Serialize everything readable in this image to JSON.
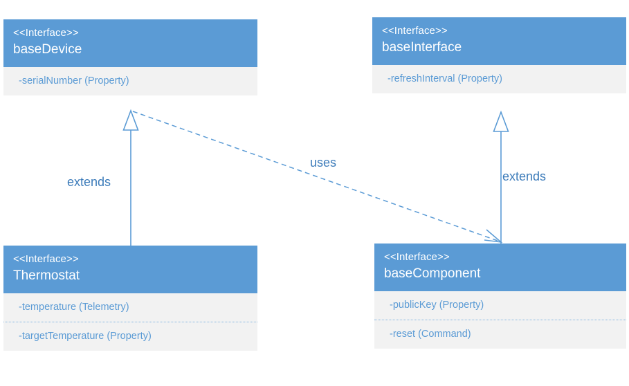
{
  "diagram": {
    "type": "uml-class-diagram",
    "background_color": "#ffffff",
    "header_color": "#5b9bd5",
    "body_color": "#f2f2f2",
    "text_color": "#5b9bd5",
    "label_color": "#3d7cba",
    "classes": [
      {
        "id": "baseDevice",
        "stereotype": "<<Interface>>",
        "name": "baseDevice",
        "members": [
          {
            "text": "-serialNumber (Property)"
          }
        ]
      },
      {
        "id": "baseInterface",
        "stereotype": "<<Interface>>",
        "name": "baseInterface",
        "members": [
          {
            "text": "-refreshInterval (Property)"
          }
        ]
      },
      {
        "id": "Thermostat",
        "stereotype": "<<Interface>>",
        "name": "Thermostat",
        "members": [
          {
            "text": "-temperature (Telemetry)"
          },
          {
            "text": "-targetTemperature (Property)"
          }
        ]
      },
      {
        "id": "baseComponent",
        "stereotype": "<<Interface>>",
        "name": "baseComponent",
        "members": [
          {
            "text": "-publicKey (Property)"
          },
          {
            "text": "-reset (Command)"
          }
        ]
      }
    ],
    "relationships": [
      {
        "id": "thermostat-extends-basedevice",
        "label": "extends",
        "kind": "generalization",
        "style": "solid",
        "arrowhead": "hollow-triangle",
        "from": "Thermostat",
        "to": "baseDevice"
      },
      {
        "id": "basecomponent-extends-baseinterface",
        "label": "extends",
        "kind": "generalization",
        "style": "solid",
        "arrowhead": "hollow-triangle",
        "from": "baseComponent",
        "to": "baseInterface"
      },
      {
        "id": "basedevice-uses-basecomponent",
        "label": "uses",
        "kind": "dependency",
        "style": "dashed",
        "arrowhead": "open",
        "from": "baseDevice",
        "to": "baseComponent"
      }
    ]
  }
}
